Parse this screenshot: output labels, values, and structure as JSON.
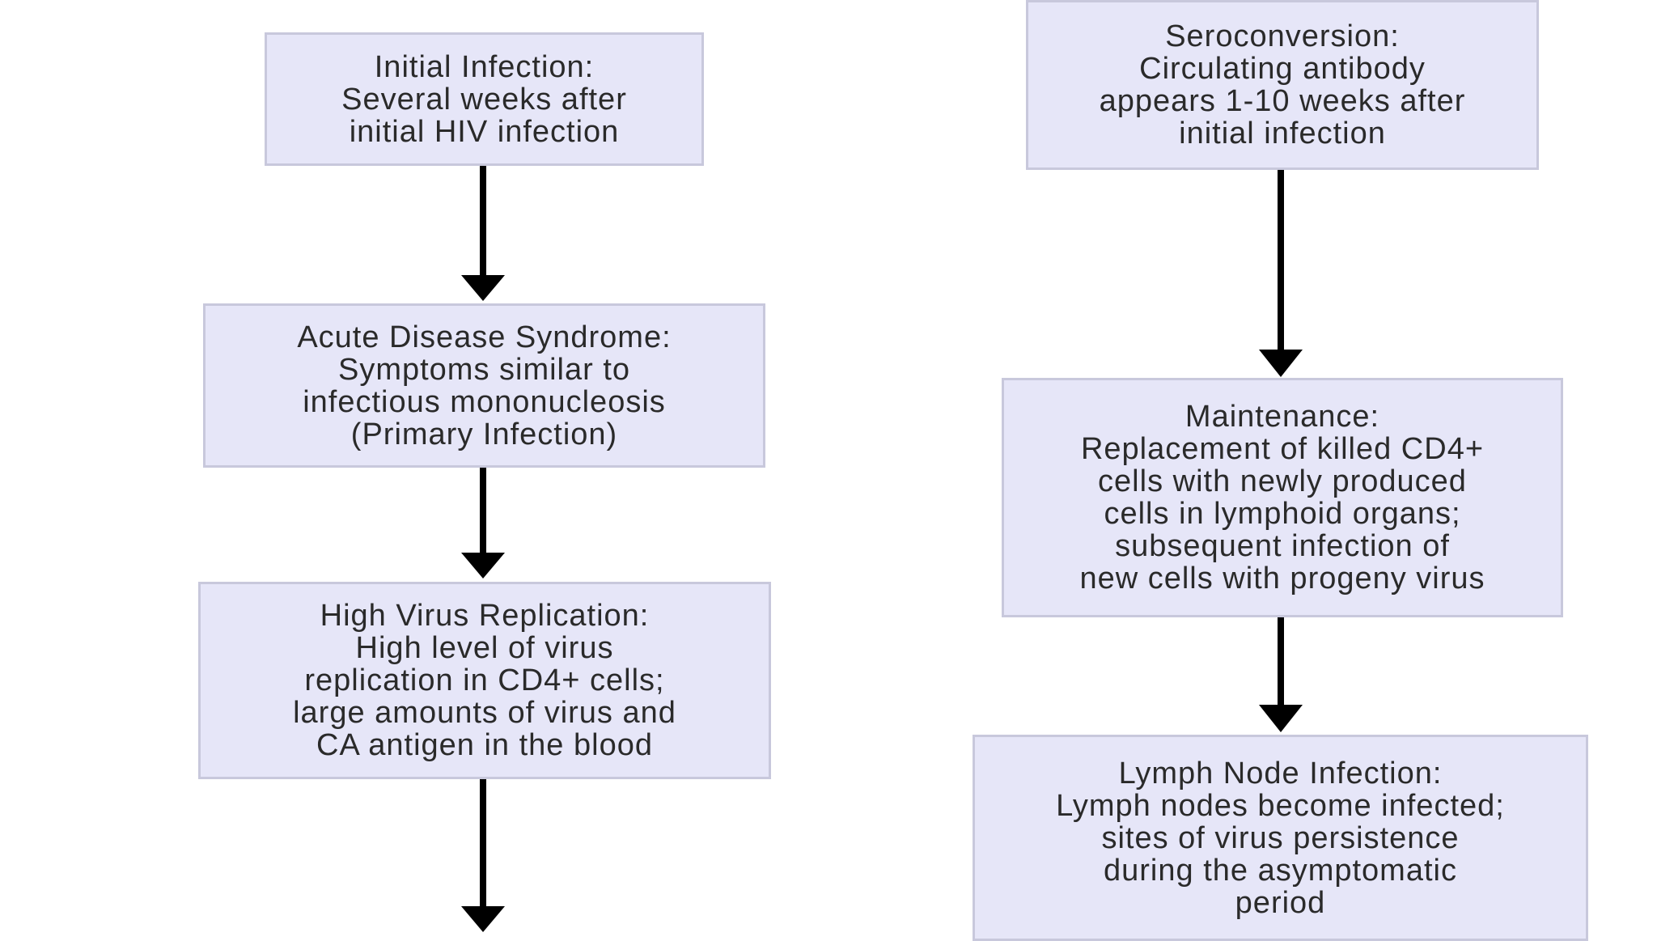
{
  "nodes": {
    "initial_infection": {
      "lines": [
        "Initial Infection:",
        "Several weeks after",
        "initial HIV infection"
      ]
    },
    "acute_disease": {
      "lines": [
        "Acute Disease Syndrome:",
        "Symptoms similar to",
        "infectious mononucleosis",
        "(Primary Infection)"
      ]
    },
    "high_virus": {
      "lines": [
        "High Virus Replication:",
        "High level of virus",
        "replication in CD4+ cells;",
        "large amounts of virus and",
        "CA antigen in the blood"
      ]
    },
    "seroconversion": {
      "lines": [
        "Seroconversion:",
        "Circulating antibody",
        "appears 1-10 weeks after",
        "initial infection"
      ]
    },
    "maintenance": {
      "lines": [
        "Maintenance:",
        "Replacement of killed CD4+",
        "cells with newly produced",
        "cells in lymphoid organs;",
        "subsequent infection of",
        "new cells with progeny virus"
      ]
    },
    "lymph_node": {
      "lines": [
        "Lymph Node Infection:",
        "Lymph nodes become infected;",
        "sites of virus persistence",
        "during the asymptomatic",
        "period"
      ]
    }
  },
  "colors": {
    "node_fill": "#e6e6f8",
    "node_border": "#c8c8dc",
    "arrow": "#000000",
    "text": "#2a2a2a"
  }
}
